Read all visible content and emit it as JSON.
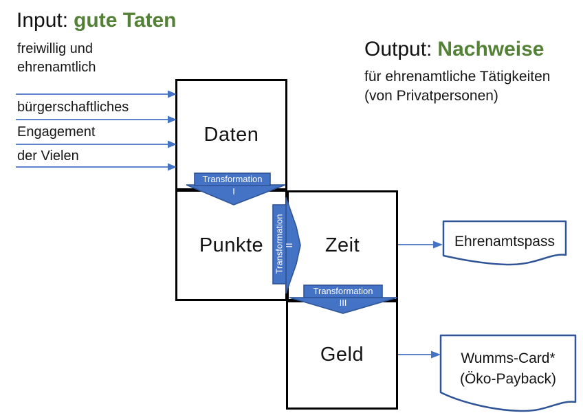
{
  "input_section": {
    "title_prefix": "Input:",
    "title_highlight": "gute Taten",
    "subtitle_line1": "freiwillig und",
    "subtitle_line2": "ehrenamtlich",
    "arrow_labels": [
      "bürgerschaftliches",
      "Engagement",
      "der Vielen"
    ]
  },
  "output_section": {
    "title_prefix": "Output:",
    "title_highlight": "Nachweise",
    "subtitle_line1": "für ehrenamtliche Tätigkeiten",
    "subtitle_line2": "(von Privatpersonen)"
  },
  "process_boxes": {
    "daten": "Daten",
    "punkte": "Punkte",
    "zeit": "Zeit",
    "geld": "Geld"
  },
  "transformations": [
    {
      "label": "Transformation",
      "numeral": "I"
    },
    {
      "label": "Transformation",
      "numeral": "II"
    },
    {
      "label": "Transformation",
      "numeral": "III"
    }
  ],
  "documents": {
    "ehrenamtspass": "Ehrenamtspass",
    "wumms_line1": "Wumms-Card*",
    "wumms_line2": "(Öko-Payback)"
  },
  "colors": {
    "highlight_green": "#538135",
    "arrow_blue_fill": "#4472C4",
    "shape_blue_border": "#2F5597",
    "box_border_black": "#000000"
  }
}
